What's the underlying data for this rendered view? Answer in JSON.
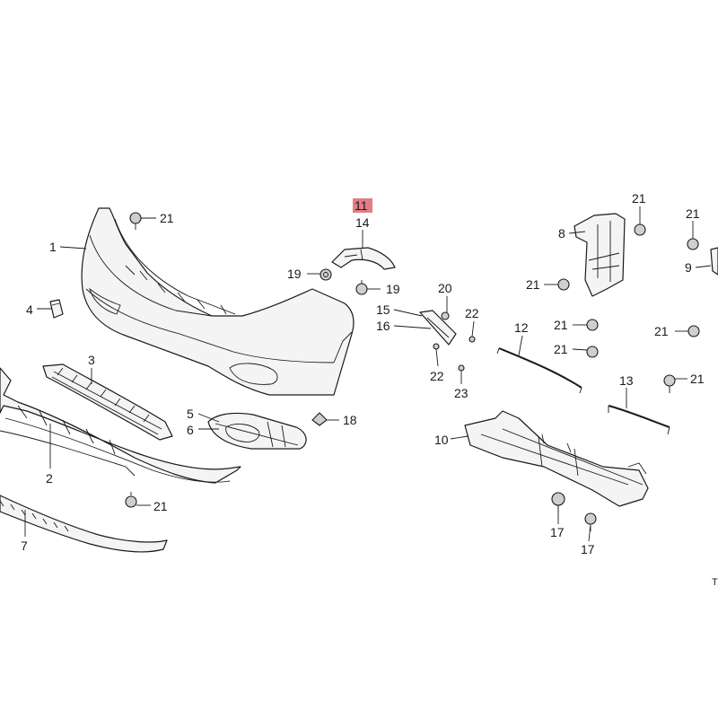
{
  "callouts": {
    "c1": "1",
    "c2": "2",
    "c3": "3",
    "c4": "4",
    "c5": "5",
    "c6": "6",
    "c7": "7",
    "c8": "8",
    "c9": "9",
    "c10": "10",
    "c11": "11",
    "c12": "12",
    "c13": "13",
    "c14": "14",
    "c15": "15",
    "c16": "16",
    "c17": "17",
    "c18": "18",
    "c19": "19",
    "c20": "20",
    "c21": "21",
    "c22": "22",
    "c23": "23"
  },
  "highlighted_callout": "11",
  "highlight_color": "#e27d84",
  "corner_code": "T"
}
